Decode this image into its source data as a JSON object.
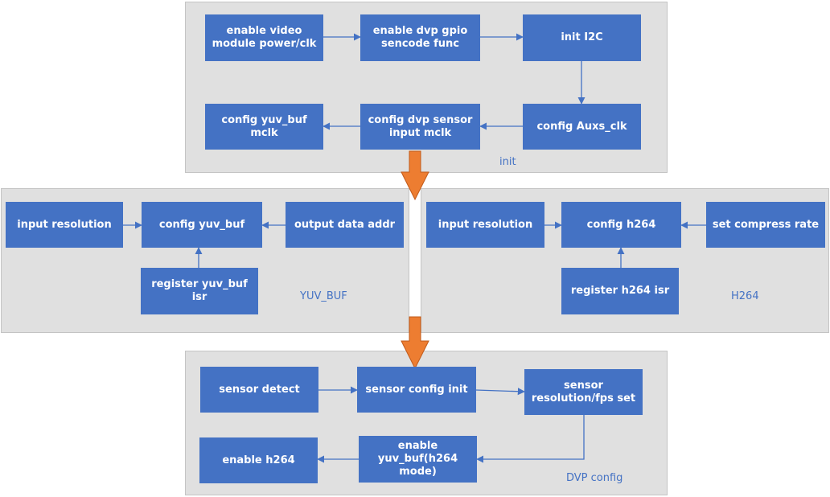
{
  "groups": {
    "init": {
      "label": "init",
      "boxes": {
        "enable_video": "enable video\nmodule power/clk",
        "enable_dvp_gpio": "enable dvp gpio\nsencode func",
        "init_i2c": "init I2C",
        "config_auxs_clk": "config Auxs_clk",
        "config_dvp_sensor": "config dvp sensor\ninput mclk",
        "config_yuv_buf_mclk": "config yuv_buf mclk"
      }
    },
    "yuv_buf": {
      "label": "YUV_BUF",
      "boxes": {
        "input_resolution": "input resolution",
        "config_yuv_buf": "config yuv_buf",
        "output_data_addr": "output data addr",
        "register_yuv_buf_isr": "register yuv_buf isr"
      }
    },
    "h264": {
      "label": "H264",
      "boxes": {
        "input_resolution": "input resolution",
        "config_h264": "config h264",
        "set_compress_rate": "set compress rate",
        "register_h264_isr": "register h264 isr"
      }
    },
    "dvp_config": {
      "label": "DVP config",
      "boxes": {
        "sensor_detect": "sensor detect",
        "sensor_config_init": "sensor config init",
        "sensor_resolution_fps": "sensor\nresolution/fps set",
        "enable_yuv_buf_h264": "enable\nyuv_buf(h264\nmode)",
        "enable_h264": "enable h264"
      }
    }
  },
  "colors": {
    "box_fill": "#4472c4",
    "group_fill": "#e0e0e0",
    "connector": "#4472c4",
    "flow_arrow": "#ed7d31"
  }
}
